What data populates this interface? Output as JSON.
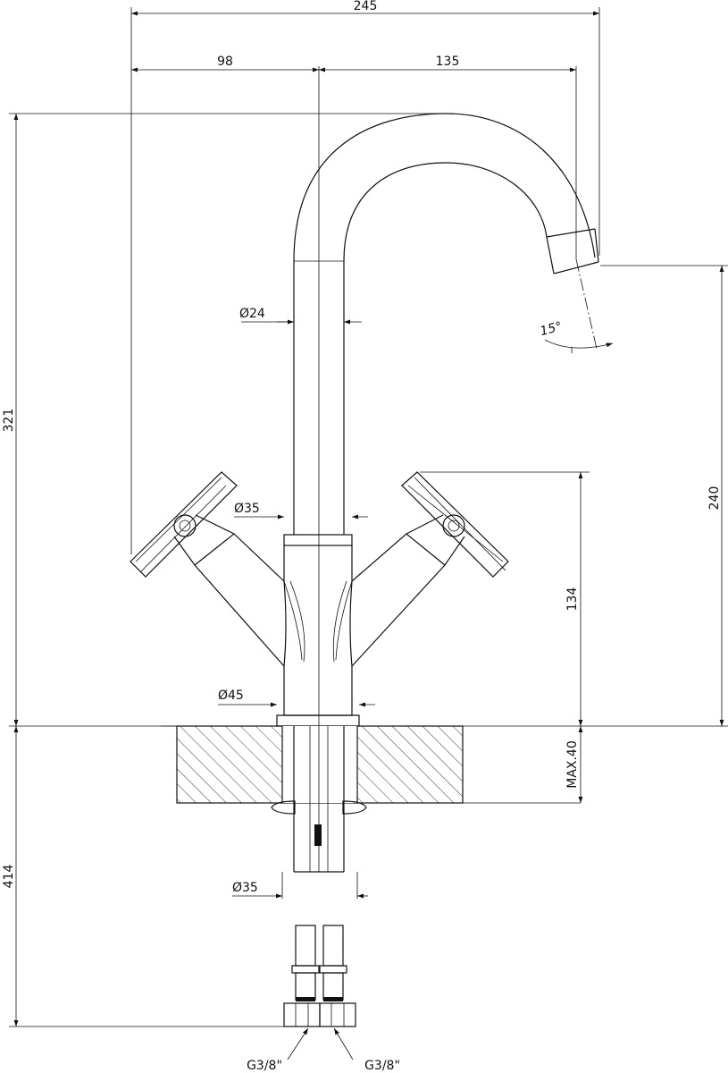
{
  "dimensions": {
    "total_width": "245",
    "left_offset": "98",
    "spout_reach": "135",
    "total_height": "321",
    "outlet_height": "240",
    "handle_height": "134",
    "spout_angle": "15°",
    "spout_diameter": "Ø24",
    "body_diameter": "Ø35",
    "base_diameter": "Ø45",
    "shank_diameter": "Ø35",
    "max_deck": "MAX.40",
    "hose_length": "414",
    "connector_left": "G3/8\"",
    "connector_right": "G3/8\""
  }
}
